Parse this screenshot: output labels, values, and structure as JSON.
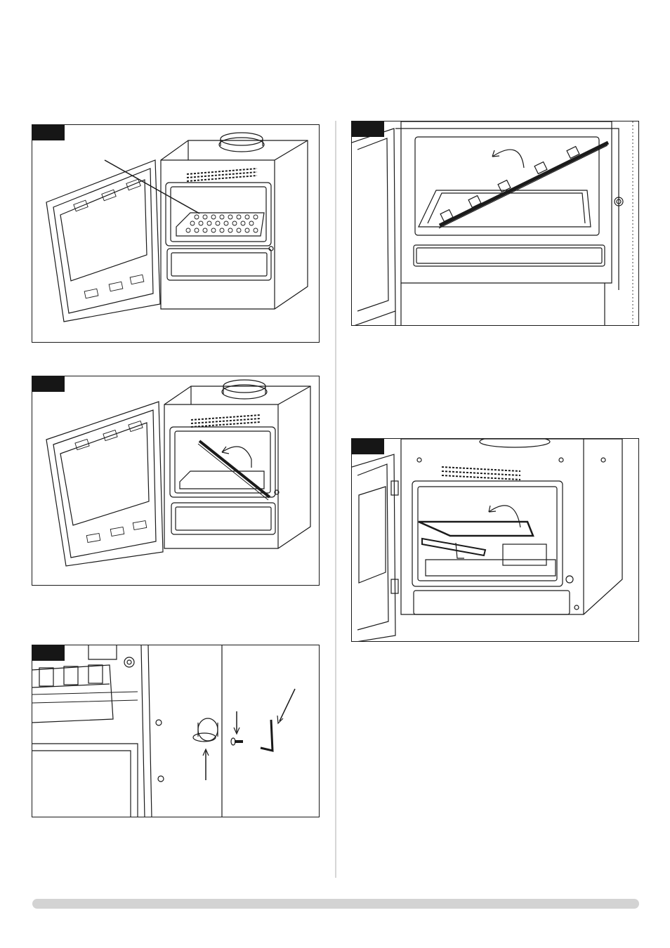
{
  "page": {
    "colors": {
      "line": "#1a1a1a",
      "tab": "#161616",
      "divider": "#d6d6d6",
      "footer_bar": "#d3d3d3"
    }
  },
  "figures": [
    {
      "id": "fig1",
      "depicts": "stove-open-door-grate"
    },
    {
      "id": "fig2",
      "depicts": "stove-open-door-rod-removal"
    },
    {
      "id": "fig3",
      "depicts": "side-panel-knob-screw-allen-key"
    },
    {
      "id": "fig4",
      "depicts": "riddling-bar-removal"
    },
    {
      "id": "fig5",
      "depicts": "grate-carrier-removal"
    }
  ]
}
